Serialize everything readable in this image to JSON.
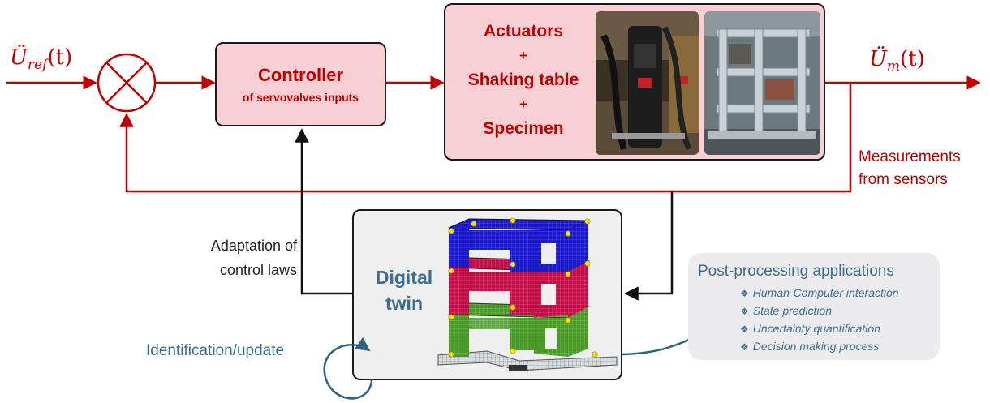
{
  "diagram": {
    "input_signal": {
      "base": "Ü",
      "sub": "ref",
      "arg": "(t)"
    },
    "output_signal": {
      "base": "Ü",
      "sub": "m",
      "arg": "(t)"
    },
    "controller": {
      "title": "Controller",
      "subtitle": "of servovalves inputs"
    },
    "plant": {
      "lines": [
        "Actuators",
        "+",
        "Shaking table",
        "+",
        "Specimen"
      ]
    },
    "measurements_label": {
      "line1": "Measurements",
      "line2": "from sensors"
    },
    "adaptation_label": {
      "line1": "Adaptation of",
      "line2": "control laws"
    },
    "digital_twin": {
      "line1": "Digital",
      "line2": "twin"
    },
    "identification_label": "Identification/update",
    "post_processing": {
      "title": "Post-processing applications",
      "items": [
        "Human-Computer interaction",
        "State prediction",
        "Uncertainty quantification",
        "Decision making process"
      ]
    },
    "colors": {
      "signal_red": "#c00000",
      "box_pink": "#f8d0d3",
      "twin_text": "#3a6d8f",
      "floor_blue": "#1a1acc",
      "floor_crimson": "#c0104a",
      "floor_green": "#4a9a2a"
    }
  }
}
